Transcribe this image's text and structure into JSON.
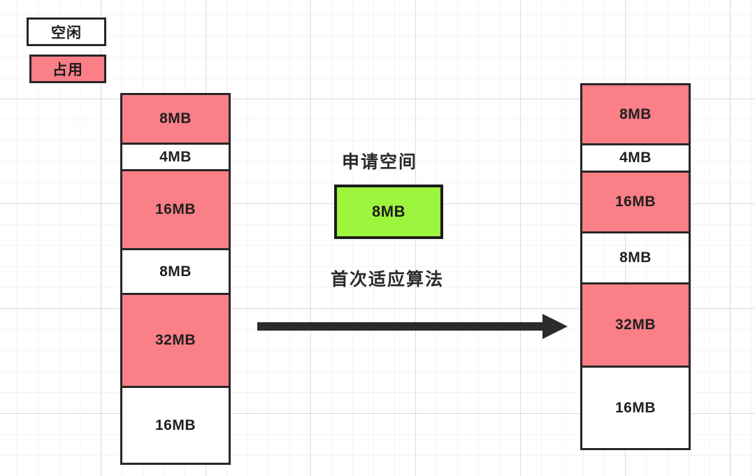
{
  "diagram": {
    "title": "First Fit memory allocation",
    "colors": {
      "occupied": "#fa7f87",
      "free": "#ffffff",
      "allocated": "#9ef53e",
      "outline": "#262626",
      "grid": "#e8e8e8"
    }
  },
  "legend": {
    "items": [
      {
        "label": "空闲",
        "state": "free"
      },
      {
        "label": "占用",
        "state": "occupied"
      }
    ]
  },
  "memory_before": {
    "name": "memory-before",
    "blocks": [
      {
        "label": "8MB",
        "state": "occupied",
        "height": 74
      },
      {
        "label": "4MB",
        "state": "free",
        "height": 41
      },
      {
        "label": "16MB",
        "state": "occupied",
        "height": 116
      },
      {
        "label": "8MB",
        "state": "free",
        "height": 67
      },
      {
        "label": "32MB",
        "state": "occupied",
        "height": 136
      },
      {
        "label": "16MB",
        "state": "free",
        "height": 113
      }
    ]
  },
  "memory_after": {
    "name": "memory-after",
    "blocks": [
      {
        "label": "8MB",
        "state": "occupied",
        "height": 89
      },
      {
        "label": "4MB",
        "state": "free",
        "height": 42
      },
      {
        "label": "16MB",
        "state": "occupied",
        "height": 90
      },
      {
        "label": "8MB",
        "state": "allocated",
        "height": 76
      },
      {
        "label": "32MB",
        "state": "occupied",
        "height": 122
      },
      {
        "label": "16MB",
        "state": "free",
        "height": 121
      }
    ]
  },
  "middle": {
    "request_label": "申请空间",
    "request_size": "8MB",
    "algorithm_label": "首次适应算法"
  }
}
